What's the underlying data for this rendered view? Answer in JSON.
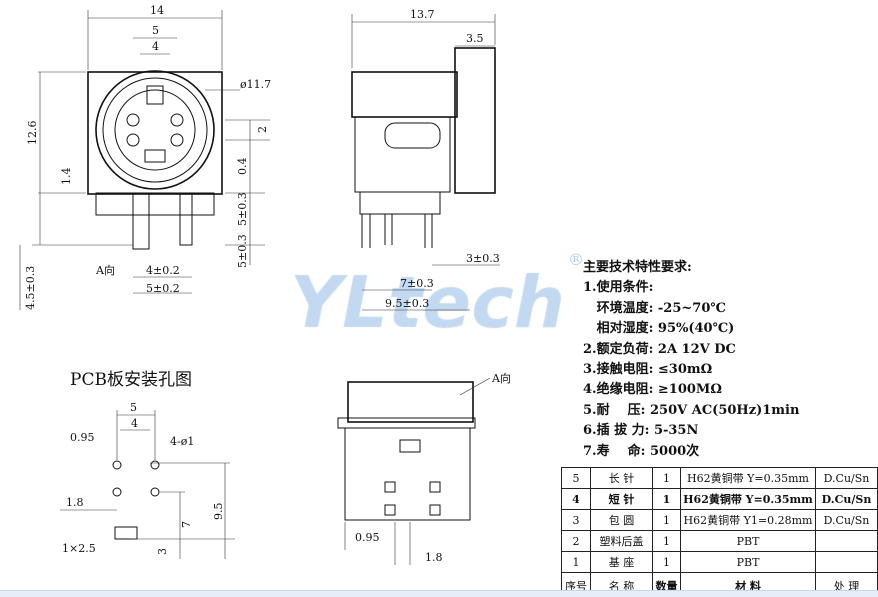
{
  "logo": {
    "text": "YLtech",
    "registered": "®"
  },
  "front_view": {
    "width": "14",
    "d5": "5",
    "d4": "4",
    "diameter": "ø11.7",
    "d2": "2",
    "height": "12.6",
    "d1_4": "1.4",
    "d0_4": "0.4",
    "d5_03a": "5±0.3",
    "d5_03b": "5±0.3",
    "d4_5": "4.5±0.3",
    "view_a": "A向",
    "d4_02": "4±0.2",
    "d5_02": "5±0.2"
  },
  "side_view": {
    "length": "13.7",
    "d3_5": "3.5",
    "d3_03": "3±0.3",
    "d7_03": "7±0.3",
    "d9_5_03": "9.5±0.3"
  },
  "pcb": {
    "title": "PCB板安装孔图",
    "d5": "5",
    "d4": "4",
    "d0_95": "0.95",
    "holes": "4-ø1",
    "d1_8": "1.8",
    "d9_5": "9.5",
    "d7": "7",
    "d3": "3",
    "slot": "1×2.5"
  },
  "bottom_view": {
    "view_a": "A向",
    "d0_95": "0.95",
    "d1_8": "1.8"
  },
  "specs": {
    "title": "主要技术特性要求:",
    "lines": [
      "1.使用条件:",
      "   环境温度: -25~70℃",
      "   相对湿度: 95%(40℃)",
      "2.额定负荷: 2A 12V DC",
      "3.接触电阻: ≤30mΩ",
      "4.绝缘电阻: ≥100MΩ",
      "5.耐    压: 250V AC(50Hz)1min",
      "6.插 拔 力: 5-35N",
      "7.寿    命: 5000次"
    ]
  },
  "bom": {
    "rows": [
      [
        "5",
        "长 针",
        "1",
        "H62黄铜带 Y=0.35mm",
        "D.Cu/Sn"
      ],
      [
        "4",
        "短 针",
        "1",
        "H62黄铜带 Y=0.35mm",
        "D.Cu/Sn"
      ],
      [
        "3",
        "包 圆",
        "1",
        "H62黄铜带 Y1=0.28mm",
        "D.Cu/Sn"
      ],
      [
        "2",
        "塑料后盖",
        "1",
        "PBT",
        ""
      ],
      [
        "1",
        "基 座",
        "1",
        "PBT",
        ""
      ]
    ],
    "header": [
      "序号",
      "名 称",
      "数量",
      "材 料",
      "处 理"
    ]
  }
}
